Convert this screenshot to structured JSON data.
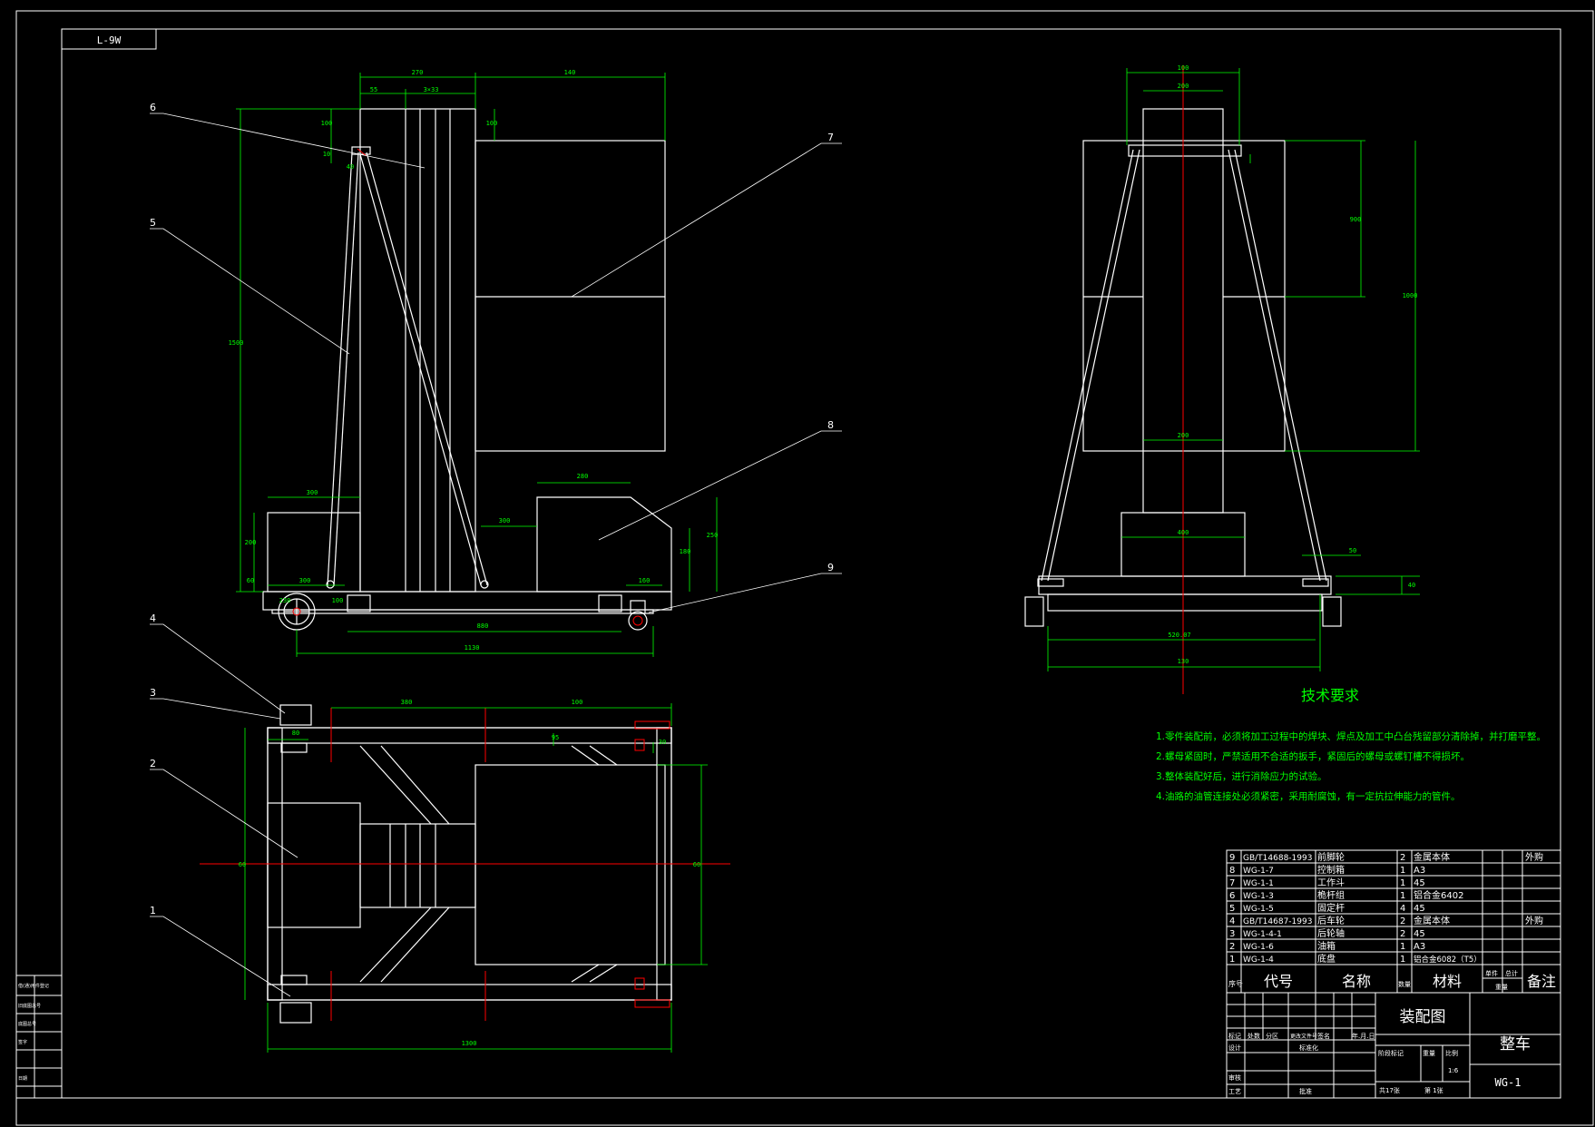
{
  "drawing_code": "L-9W",
  "colors": {
    "outline": "#ffffff",
    "dimension": "#00ff00",
    "centerline": "#ff0000",
    "note_text": "#00ff00",
    "table_text": "#ffffff"
  },
  "front_view": {
    "dimensions": [
      "270",
      "140",
      "55",
      "3×33",
      "100",
      "100",
      "10",
      "40",
      "1500",
      "200",
      "300",
      "280",
      "250",
      "180",
      "300",
      "300",
      "60",
      "160",
      "100",
      "230",
      "880",
      "1130"
    ],
    "leaders": [
      "5",
      "6",
      "7",
      "8",
      "9"
    ]
  },
  "plan_view": {
    "dimensions": [
      "380",
      "100",
      "80",
      "95",
      "30",
      "1300",
      "60",
      "60"
    ],
    "leaders": [
      "1",
      "2",
      "3",
      "4"
    ]
  },
  "side_view": {
    "dimensions": [
      "100",
      "200",
      "900",
      "200",
      "1000",
      "400",
      "50",
      "40",
      "520.07",
      "130"
    ]
  },
  "tech_notes": {
    "title": "技术要求",
    "items": [
      "1.零件装配前，必须将加工过程中的焊块、焊点及加工中凸台残留部分清除掉，并打磨平整。",
      "2.螺母紧固时，严禁适用不合适的扳手，紧固后的螺母或螺钉槽不得损坏。",
      "3.整体装配好后，进行消除应力的试验。",
      "4.油路的油管连接处必须紧密，采用耐腐蚀，有一定抗拉伸能力的管件。"
    ]
  },
  "parts_list": {
    "rows": [
      {
        "no": "9",
        "code": "GB/T14688-1993",
        "name": "前脚轮",
        "qty": "2",
        "material": "金属本体",
        "note": "外购"
      },
      {
        "no": "8",
        "code": "WG-1-7",
        "name": "控制箱",
        "qty": "1",
        "material": "A3",
        "note": ""
      },
      {
        "no": "7",
        "code": "WG-1-1",
        "name": "工作斗",
        "qty": "1",
        "material": "45",
        "note": ""
      },
      {
        "no": "6",
        "code": "WG-1-3",
        "name": "桅杆组",
        "qty": "1",
        "material": "铝合金6402",
        "note": ""
      },
      {
        "no": "5",
        "code": "WG-1-5",
        "name": "固定杆",
        "qty": "4",
        "material": "45",
        "note": ""
      },
      {
        "no": "4",
        "code": "GB/T14687-1993",
        "name": "后车轮",
        "qty": "2",
        "material": "金属本体",
        "note": "外购"
      },
      {
        "no": "3",
        "code": "WG-1-4-1",
        "name": "后轮轴",
        "qty": "2",
        "material": "45",
        "note": ""
      },
      {
        "no": "2",
        "code": "WG-1-6",
        "name": "油箱",
        "qty": "1",
        "material": "A3",
        "note": ""
      },
      {
        "no": "1",
        "code": "WG-1-4",
        "name": "底盘",
        "qty": "1",
        "material": "铝合金6082（T5）",
        "note": ""
      }
    ],
    "header": {
      "no": "序号",
      "code": "代号",
      "name": "名称",
      "qty": "数量",
      "material": "材料",
      "unit_weight": "单件",
      "total_weight": "总计",
      "weight": "重量",
      "note": "备注"
    }
  },
  "title_block": {
    "drawing_title": "装配图",
    "part_name": "整车",
    "drawing_no": "WG-1",
    "row_labels": [
      "标记",
      "处数",
      "分区",
      "更改文件号",
      "签名",
      "年.月.日"
    ],
    "design": "设计",
    "standard": "标准化",
    "check": "审核",
    "process": "工艺",
    "approve": "批准",
    "stage": "阶段标记",
    "weight": "重量",
    "scale": "比例",
    "scale_value": "1:6",
    "sheets": "共17张",
    "sheet_no": "第 1张"
  },
  "sidebar": {
    "labels": [
      "借(通)用件登记",
      "旧底图总号",
      "底图总号",
      "签字",
      "日期"
    ]
  }
}
